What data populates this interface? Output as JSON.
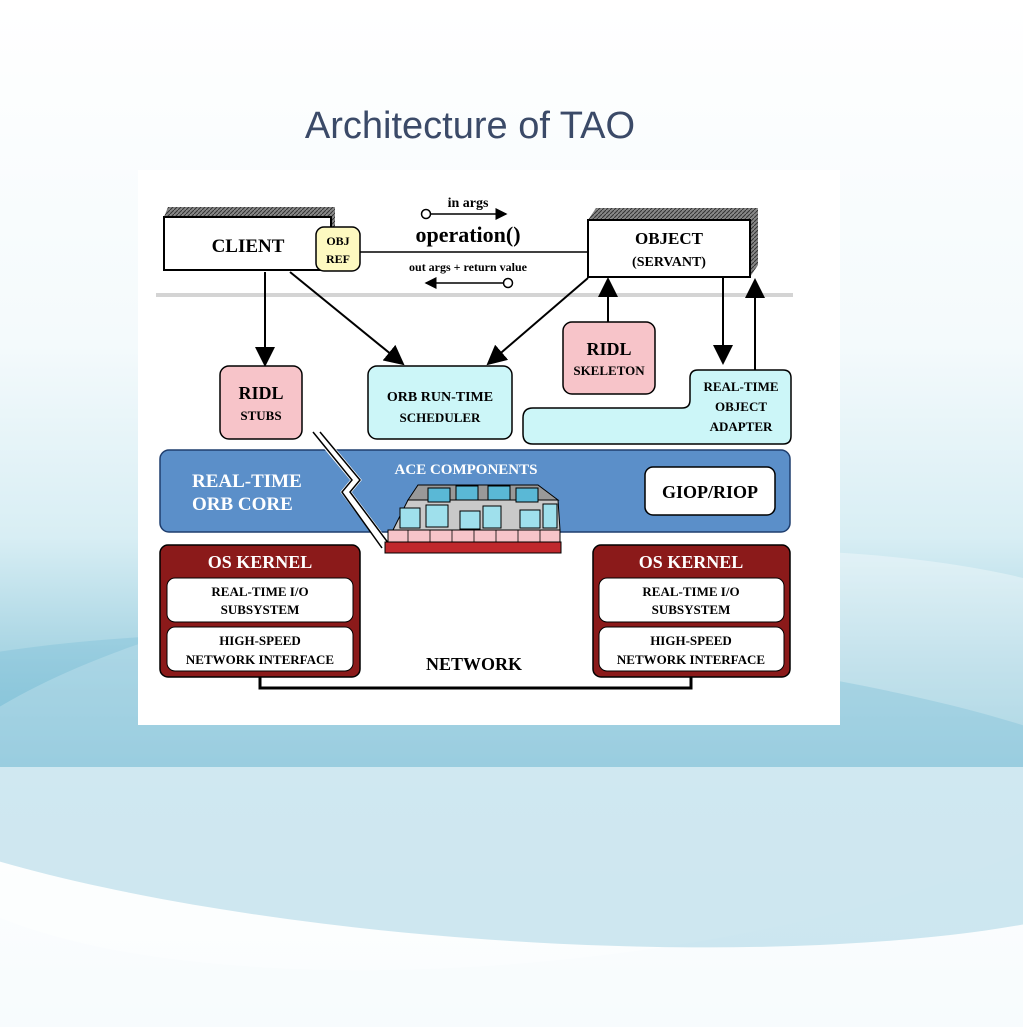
{
  "title": "Architecture of TAO",
  "diagram": {
    "client": "CLIENT",
    "obj_ref": [
      "OBJ",
      "REF"
    ],
    "in_args": "in args",
    "operation": "operation()",
    "out_args": "out args + return value",
    "object": "OBJECT",
    "servant": "(SERVANT)",
    "ridl_stubs": [
      "RIDL",
      "STUBS"
    ],
    "orb_scheduler": [
      "ORB RUN-TIME",
      "SCHEDULER"
    ],
    "ridl_skeleton": [
      "RIDL",
      "SKELETON"
    ],
    "object_adapter": [
      "REAL-TIME",
      "OBJECT",
      "ADAPTER"
    ],
    "orb_core": [
      "REAL-TIME",
      "ORB CORE"
    ],
    "ace_components": "ACE COMPONENTS",
    "giop": "GIOP/RIOP",
    "os_kernel_left": {
      "title": "OS KERNEL",
      "io": [
        "REAL-TIME I/O",
        "SUBSYSTEM"
      ],
      "net": [
        "HIGH-SPEED",
        "NETWORK INTERFACE"
      ]
    },
    "os_kernel_right": {
      "title": "OS KERNEL",
      "io": [
        "REAL-TIME I/O",
        "SUBSYSTEM"
      ],
      "net": [
        "HIGH-SPEED",
        "NETWORK INTERFACE"
      ]
    },
    "network": "NETWORK",
    "colors": {
      "ridl_pink": "#f7c4c9",
      "orb_cyan": "#ccf6f8",
      "core_blue": "#5b8fc9",
      "kernel_red": "#8b1a1a",
      "objref_yellow": "#fdf9c0"
    }
  }
}
